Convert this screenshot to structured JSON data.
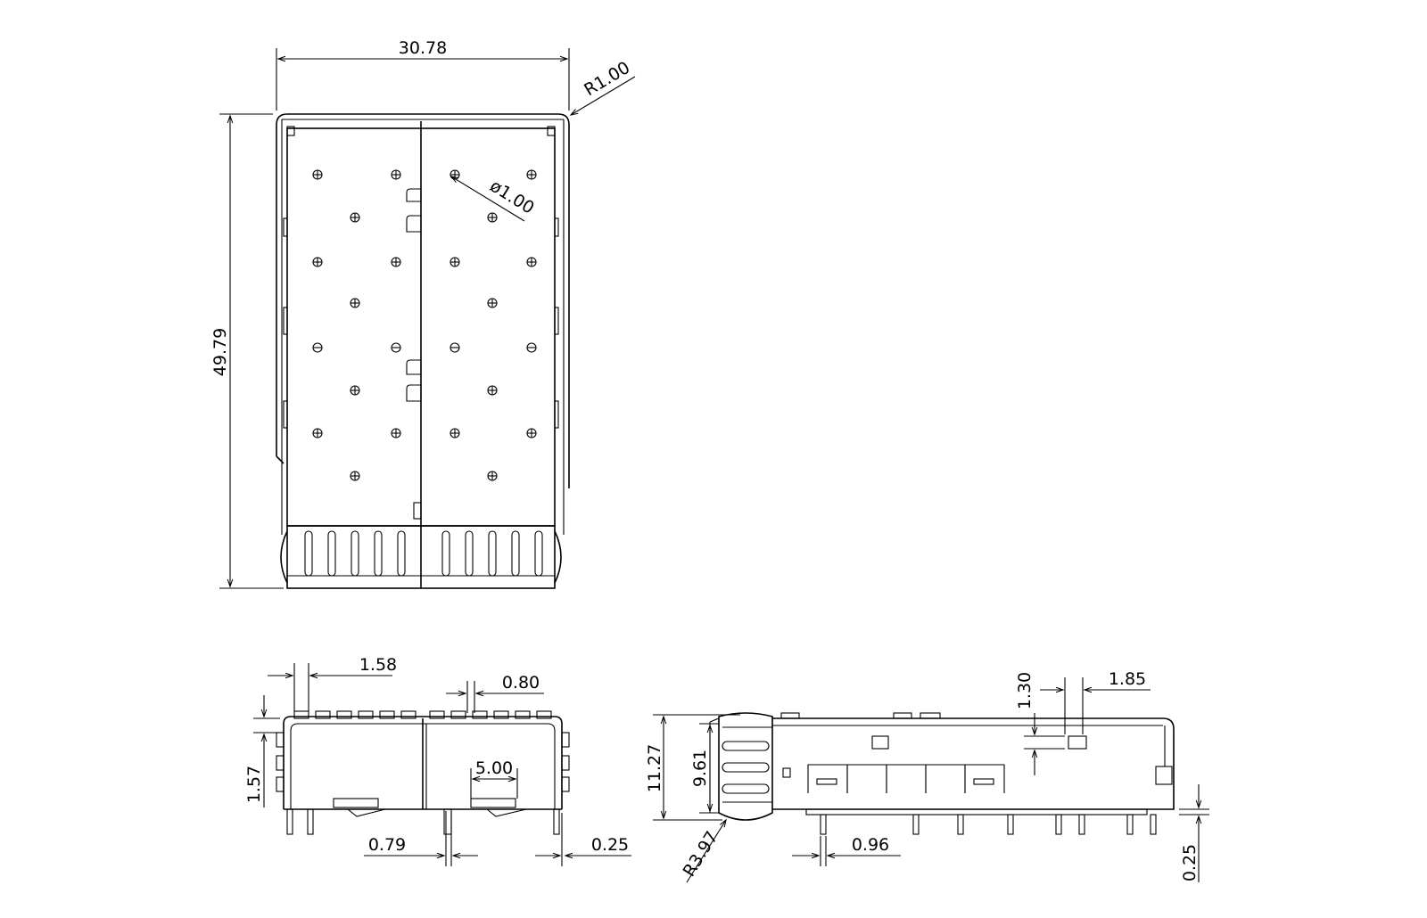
{
  "drawing": {
    "top_view": {
      "width_dim": "30.78",
      "height_dim": "49.79",
      "corner_radius_dim": "R1.00",
      "hole_dia_dim": "ø1.00"
    },
    "front_view": {
      "tab_width_dim": "1.58",
      "tab_gap_dim": "0.80",
      "tab_height_dim": "1.57",
      "latch_width_dim": "5.00",
      "pin_width_dim": "0.79",
      "wall_thickness_dim": "0.25"
    },
    "side_view": {
      "slot_height_dim": "1.30",
      "slot_width_dim": "1.85",
      "overall_height_dim": "11.27",
      "inner_height_dim": "9.61",
      "bezel_radius_dim": "R3.97",
      "pin_width_dim": "0.96",
      "thickness_dim": "0.25"
    }
  }
}
